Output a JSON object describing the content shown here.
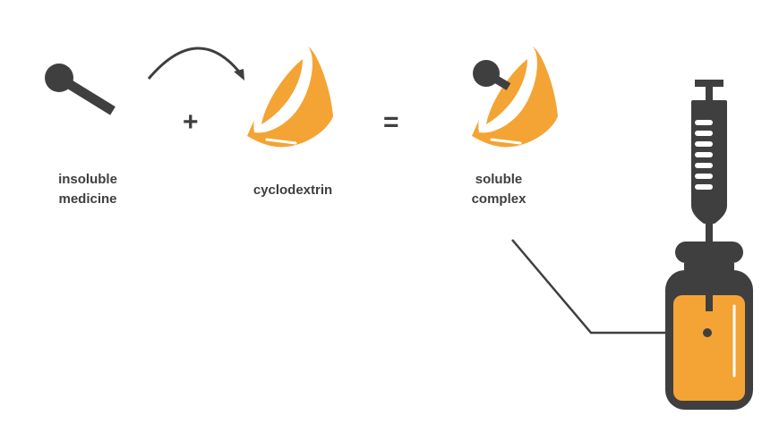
{
  "labels": {
    "insoluble_medicine": [
      "insoluble",
      "medicine"
    ],
    "cyclodextrin": "cyclodextrin",
    "soluble_complex": [
      "soluble",
      "complex"
    ]
  },
  "operators": {
    "plus": "+",
    "equals": "="
  },
  "colors": {
    "dark": "#3f3f3f",
    "orange": "#f4a434",
    "white": "#ffffff"
  },
  "icons": [
    "medicine-molecule-icon",
    "arrow-icon",
    "cyclodextrin-cone-icon",
    "complex-icon",
    "syringe-icon",
    "vial-icon"
  ]
}
